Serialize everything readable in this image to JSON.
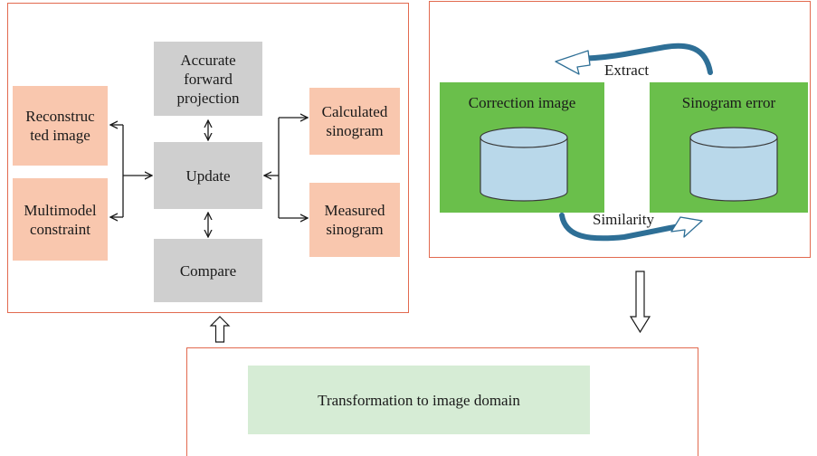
{
  "left_panel": {
    "reconstructed_image": "Reconstruc\nted image",
    "multimodel_constraint": "Multimodel\nconstraint",
    "accurate_forward_projection": "Accurate\nforward\nprojection",
    "update": "Update",
    "compare": "Compare",
    "calculated_sinogram": "Calculated\nsinogram",
    "measured_sinogram": "Measured\nsinogram"
  },
  "right_panel": {
    "correction_image": "Correction image",
    "sinogram_error": "Sinogram error",
    "extract": "Extract",
    "similarity": "Similarity"
  },
  "bottom_panel": {
    "transformation": "Transformation to image domain"
  },
  "colors": {
    "panel_border": "#e26a4f",
    "salmon": "#f9c7ae",
    "grey": "#cfcfcf",
    "green": "#6abf4b",
    "cylinder": "#b9d8ea",
    "curved_arrow": "#2e6f96",
    "light_green": "#d6ecd5"
  }
}
